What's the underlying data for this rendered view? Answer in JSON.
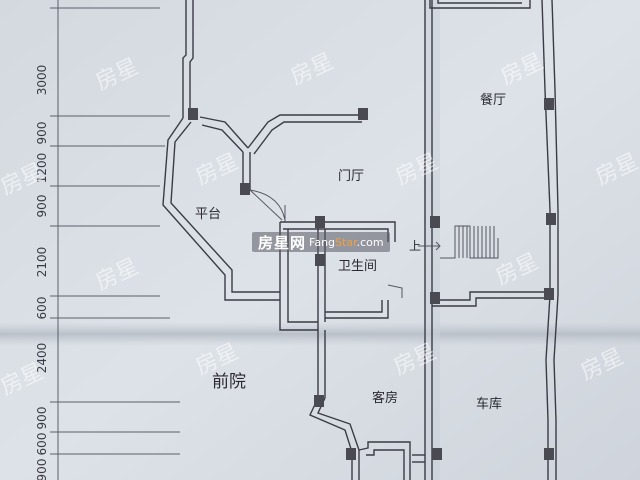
{
  "rooms": {
    "dining": "餐厅",
    "foyer": "门厅",
    "terrace": "平台",
    "bathroom": "卫生间",
    "front_yard": "前院",
    "guest_room": "客房",
    "garage": "车库"
  },
  "stair_label": "上",
  "dimensions": [
    "3000",
    "900",
    "1200",
    "900",
    "2100",
    "600",
    "2400",
    "900",
    "600",
    "900"
  ],
  "watermark": {
    "text": "房星",
    "logo_main": "房星网",
    "logo_domain_prefix": "Fang",
    "logo_domain_accent": "Star",
    "logo_domain_suffix": ".com"
  },
  "colors": {
    "paper": "#d8dde4",
    "ink": "#3b3b45",
    "column": "#4a4a52",
    "logo_accent": "#f0a040"
  }
}
